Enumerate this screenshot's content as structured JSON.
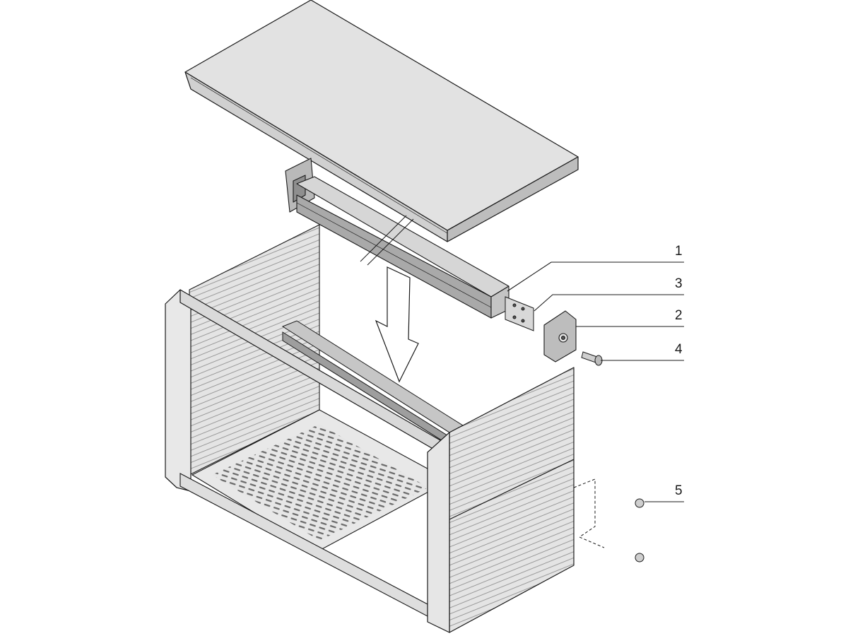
{
  "callouts": [
    {
      "id": "1",
      "label": "1"
    },
    {
      "id": "3",
      "label": "3"
    },
    {
      "id": "2",
      "label": "2"
    },
    {
      "id": "4",
      "label": "4"
    },
    {
      "id": "5",
      "label": "5"
    }
  ],
  "colors": {
    "panel_fill": "#e2e2e2",
    "panel_light": "#efefef",
    "panel_dark": "#bfbfbf",
    "rail_fill": "#c8c8c8",
    "line": "#1a1a1a"
  }
}
